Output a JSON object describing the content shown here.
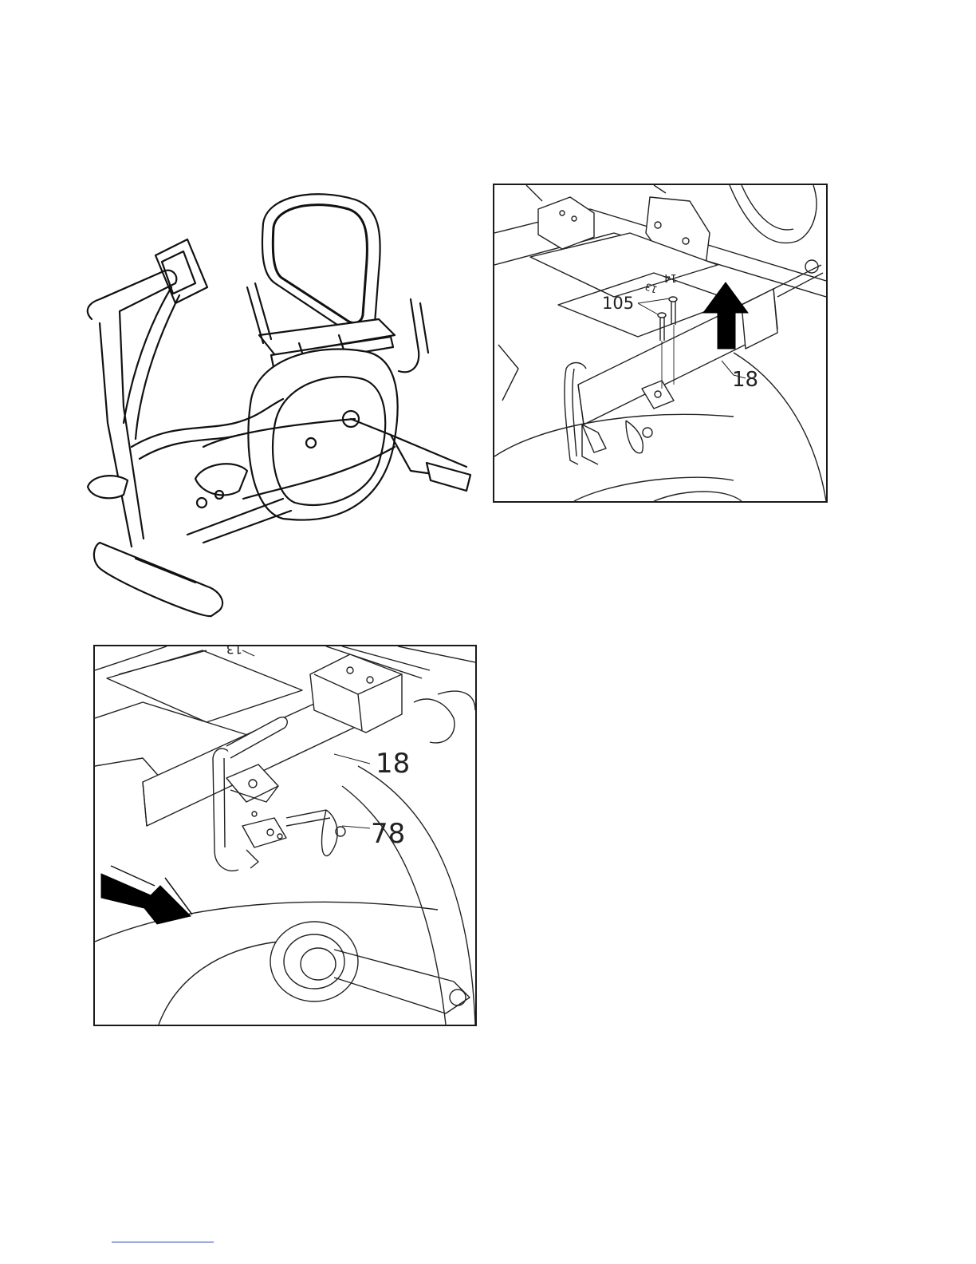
{
  "figures": {
    "overview": {
      "name": "recumbent elliptical overview illustration"
    },
    "detail_top": {
      "callouts": [
        {
          "id": "part-105",
          "text": "105"
        },
        {
          "id": "part-18",
          "text": "18"
        },
        {
          "id": "part-14",
          "text": "14"
        },
        {
          "id": "part-13",
          "text": "13"
        }
      ],
      "arrow": {
        "direction": "up",
        "color": "#000000"
      }
    },
    "detail_bottom": {
      "callouts": [
        {
          "id": "part-13",
          "text": "13"
        },
        {
          "id": "part-18",
          "text": "18"
        },
        {
          "id": "part-78",
          "text": "78"
        }
      ],
      "arrow": {
        "direction": "down-right",
        "color": "#000000"
      }
    }
  },
  "footer": {
    "link_color": "#2a3fb0"
  }
}
